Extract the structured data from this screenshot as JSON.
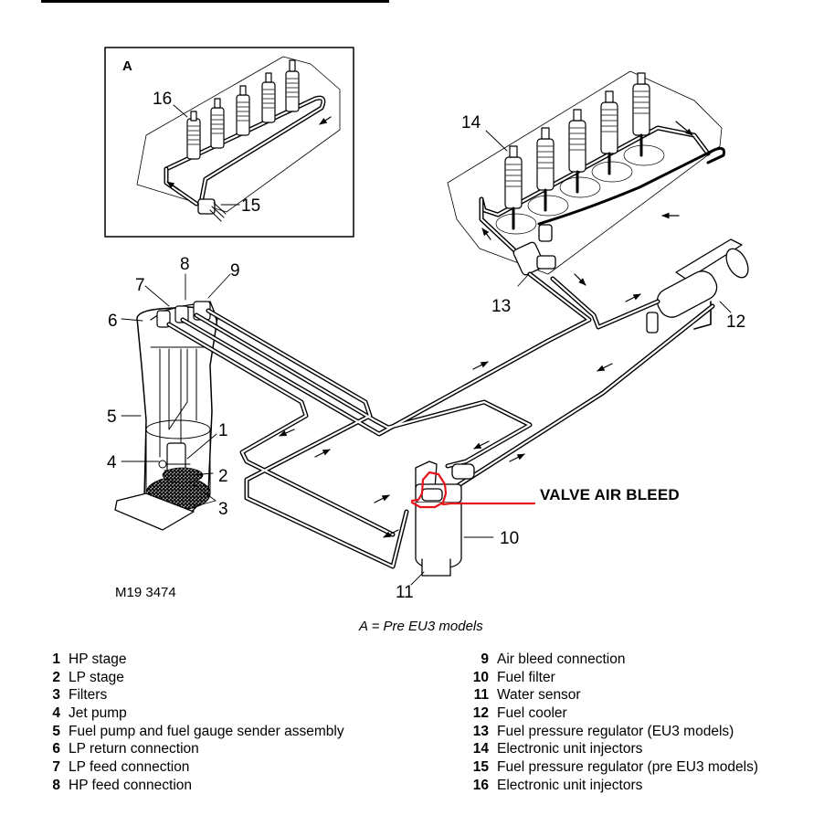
{
  "inset": {
    "label": "A"
  },
  "callouts": {
    "c1": "1",
    "c2": "2",
    "c3": "3",
    "c4": "4",
    "c5": "5",
    "c6": "6",
    "c7": "7",
    "c8": "8",
    "c9": "9",
    "c10": "10",
    "c11": "11",
    "c12": "12",
    "c13": "13",
    "c14": "14",
    "c15": "15",
    "c16": "16"
  },
  "figure_ref": "M19 3474",
  "caption": "A = Pre EU3 models",
  "annotation": {
    "text": "VALVE AIR BLEED",
    "color": "#e8141c"
  },
  "legend": {
    "left": [
      {
        "num": "1",
        "label": "HP stage"
      },
      {
        "num": "2",
        "label": "LP stage"
      },
      {
        "num": "3",
        "label": "Filters"
      },
      {
        "num": "4",
        "label": "Jet pump"
      },
      {
        "num": "5",
        "label": "Fuel pump and fuel gauge sender assembly"
      },
      {
        "num": "6",
        "label": "LP return connection"
      },
      {
        "num": "7",
        "label": "LP feed connection"
      },
      {
        "num": "8",
        "label": "HP feed connection"
      }
    ],
    "right": [
      {
        "num": "9",
        "label": "Air bleed connection"
      },
      {
        "num": "10",
        "label": "Fuel filter"
      },
      {
        "num": "11",
        "label": "Water sensor"
      },
      {
        "num": "12",
        "label": "Fuel cooler"
      },
      {
        "num": "13",
        "label": "Fuel pressure regulator (EU3 models)"
      },
      {
        "num": "14",
        "label": "Electronic unit injectors"
      },
      {
        "num": "15",
        "label": "Fuel pressure regulator (pre EU3 models)"
      },
      {
        "num": "16",
        "label": "Electronic unit injectors"
      }
    ]
  }
}
